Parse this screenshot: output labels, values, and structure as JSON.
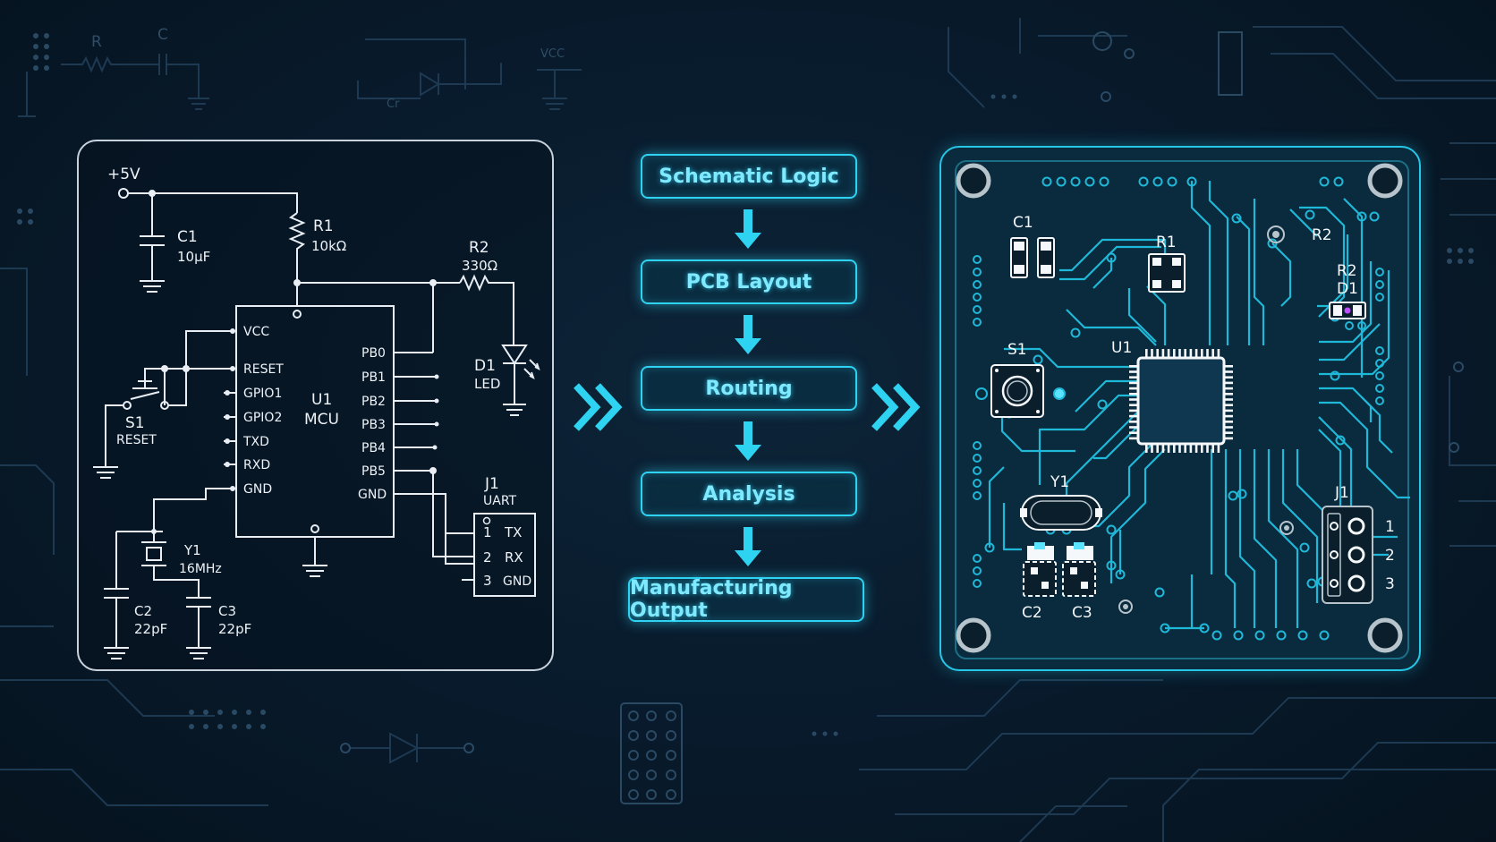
{
  "schematic": {
    "power": "+5V",
    "c1": {
      "ref": "C1",
      "value": "10µF"
    },
    "r1": {
      "ref": "R1",
      "value": "10kΩ"
    },
    "r2": {
      "ref": "R2",
      "value": "330Ω"
    },
    "d1": {
      "ref": "D1",
      "value": "LED"
    },
    "s1": {
      "ref": "S1",
      "value": "RESET"
    },
    "u1": {
      "ref": "U1",
      "value": "MCU"
    },
    "y1": {
      "ref": "Y1",
      "value": "16MHz"
    },
    "c2": {
      "ref": "C2",
      "value": "22pF"
    },
    "c3": {
      "ref": "C3",
      "value": "22pF"
    },
    "j1": {
      "ref": "J1",
      "value": "UART",
      "pins": [
        {
          "num": "1",
          "name": "TX"
        },
        {
          "num": "2",
          "name": "RX"
        },
        {
          "num": "3",
          "name": "GND"
        }
      ]
    },
    "left_pins": [
      "VCC",
      "RESET",
      "GPIO1",
      "GPIO2",
      "TXD",
      "RXD",
      "GND"
    ],
    "right_pins": [
      "PB0",
      "PB1",
      "PB2",
      "PB3",
      "PB4",
      "PB5",
      "GND"
    ]
  },
  "flow": {
    "steps": [
      "Schematic Logic",
      "PCB Layout",
      "Routing",
      "Analysis",
      "Manufacturing Output"
    ]
  },
  "pcb": {
    "labels": {
      "c1": "C1",
      "r1": "R1",
      "r2": "R2",
      "r2d1": "R2",
      "d1": "D1",
      "s1": "S1",
      "u1": "U1",
      "y1": "Y1",
      "j1": "J1",
      "c2": "C2",
      "c3": "C3"
    },
    "j1_pins": [
      "1",
      "2",
      "3"
    ]
  },
  "background": {
    "r": "R",
    "c": "C",
    "vcc": "VCC",
    "cr": "Cr"
  },
  "colors": {
    "accent": "#2fd3f2",
    "trace": "#1fb8d8",
    "board": "#0a2a3d",
    "background": "#081a2b"
  }
}
